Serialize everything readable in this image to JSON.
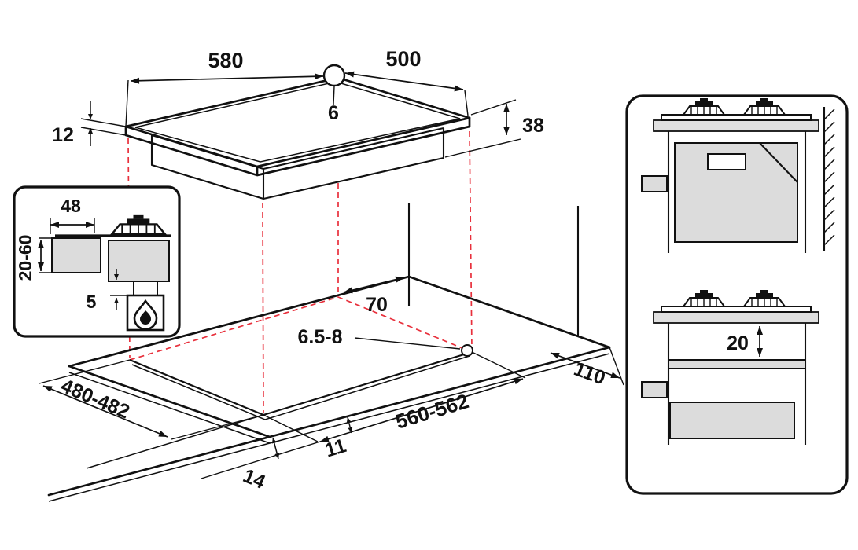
{
  "diagram": {
    "hob": {
      "width": "580",
      "depth": "500",
      "hole_diameter": "6",
      "edge_thickness": "12",
      "body_height": "38"
    },
    "cutout": {
      "rear_clearance": "70",
      "worktop_thickness": "6.5-8",
      "depth": "480-482",
      "width": "560-562",
      "right_clearance": "110",
      "side_clearance": "11",
      "front_clearance": "14"
    },
    "section_detail": {
      "hole_offset": "48",
      "worktop_range": "20-60",
      "bottom_gap": "5"
    },
    "cabinet_views": {
      "shelf_clearance": "20"
    },
    "colors": {
      "line": "#111111",
      "projection_red": "#e8303c",
      "fill_gray": "#dcdcdc"
    }
  }
}
